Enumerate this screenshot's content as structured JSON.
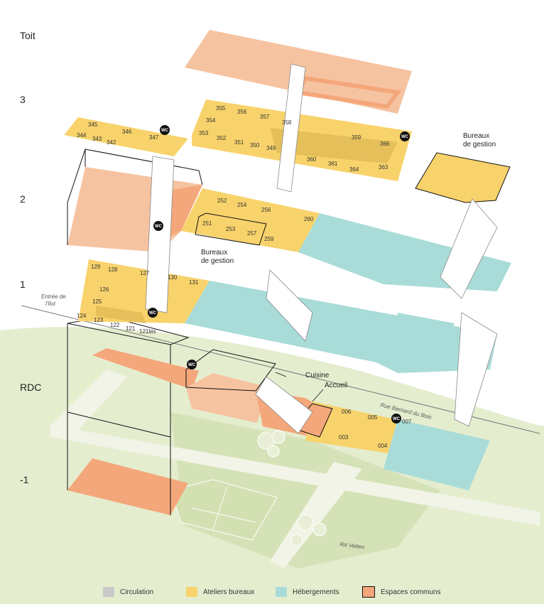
{
  "levels": {
    "toit": "Toit",
    "l3": "3",
    "l2": "2",
    "l1": "1",
    "rdc": "RDC",
    "sub": "-1"
  },
  "rooms": {
    "r345": "345",
    "r346": "346",
    "r347": "347",
    "r344": "344",
    "r343": "343",
    "r342": "342",
    "r355": "355",
    "r356": "356",
    "r357": "357",
    "r358": "358",
    "r354": "354",
    "r353": "353",
    "r352": "352",
    "r351": "351",
    "r350": "350",
    "r349": "349",
    "r359": "359",
    "r366": "366",
    "r360": "360",
    "r361": "361",
    "r364": "364",
    "r363": "363",
    "r252": "252",
    "r254": "254",
    "r256": "256",
    "r260": "260",
    "r251": "251",
    "r253": "253",
    "r257": "257",
    "r259": "259",
    "r129": "129",
    "r128": "128",
    "r127": "127",
    "r130": "130",
    "r131": "131",
    "r126": "126",
    "r125": "125",
    "r124": "124",
    "r123": "123",
    "r122": "122",
    "r121": "121",
    "r121bis": "121bis",
    "r006": "006",
    "r005": "005",
    "r007": "007",
    "r003": "003",
    "r004": "004"
  },
  "labels": {
    "bureaux_gestion_top_1": "Bureaux",
    "bureaux_gestion_top_2": "de gestion",
    "bureaux_gestion_mid_1": "Bureaux",
    "bureaux_gestion_mid_2": "de gestion",
    "cuisine": "Cuisine",
    "accueil": "Accueil",
    "entree_1": "Entrée de",
    "entree_2": "l'îlot",
    "rue": "Rue Bernard du Bois",
    "ilot": "Ilot Velten",
    "wc": "WC"
  },
  "legend": {
    "circulation": "Circulation",
    "ateliers": "Ateliers bureaux",
    "hebergements": "Hébergements",
    "espaces": "Espaces communs"
  },
  "colors": {
    "circulation": "#c9c9c9",
    "ateliers": "#f8d36b",
    "hebergements": "#a9dcd8",
    "espaces": "#f4a77a",
    "ground": "#e3eccb",
    "ground_dark": "#d3e0b2"
  }
}
